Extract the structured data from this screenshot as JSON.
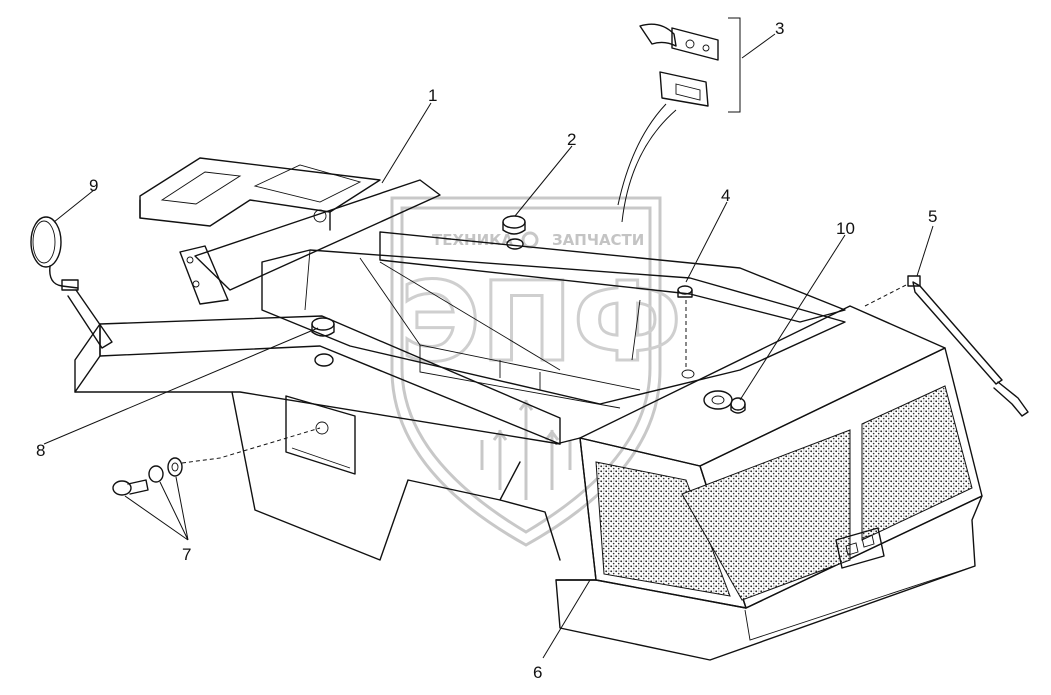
{
  "watermark": {
    "text_left": "ТЕХНИКА",
    "text_right": "ЗАПЧАСТИ",
    "logo_letters": "ЭПФ"
  },
  "callouts": [
    {
      "id": "1",
      "label": "1"
    },
    {
      "id": "2",
      "label": "2"
    },
    {
      "id": "3",
      "label": "3"
    },
    {
      "id": "4",
      "label": "4"
    },
    {
      "id": "5",
      "label": "5"
    },
    {
      "id": "6",
      "label": "6"
    },
    {
      "id": "7",
      "label": "7"
    },
    {
      "id": "8",
      "label": "8"
    },
    {
      "id": "9",
      "label": "9"
    },
    {
      "id": "10",
      "label": "10"
    }
  ]
}
